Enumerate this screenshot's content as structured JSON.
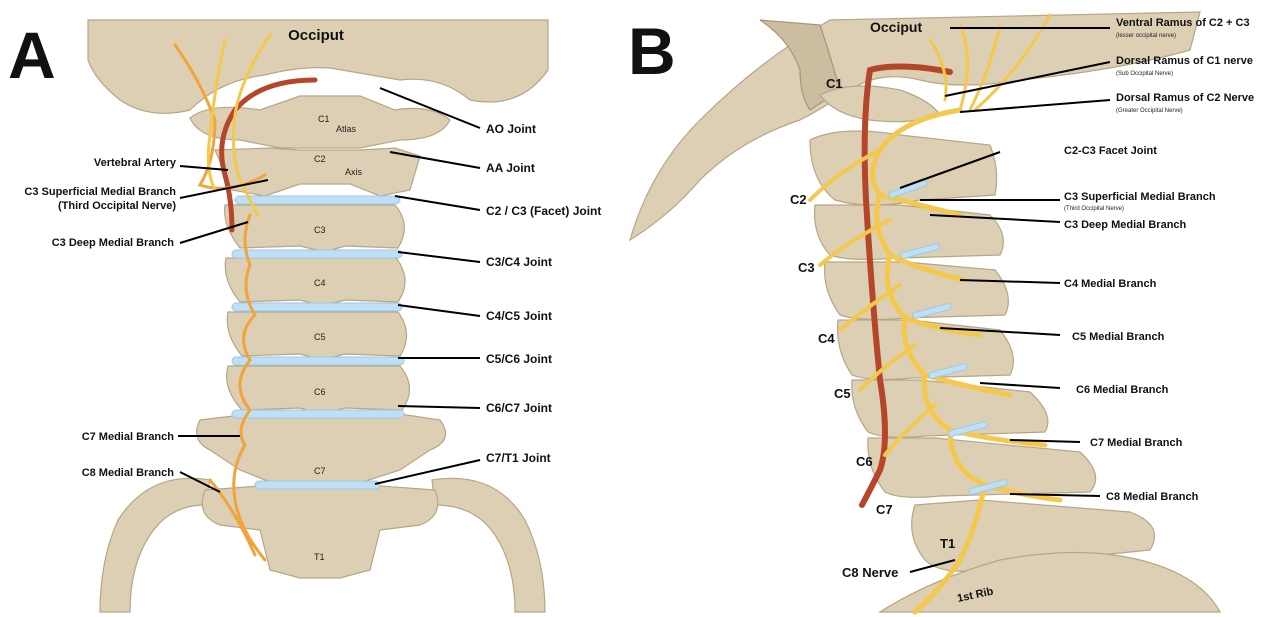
{
  "panel_a": {
    "letter": "A",
    "labels": {
      "occiput": "Occiput",
      "c1": "C1",
      "atlas": "Atlas",
      "c2": "C2",
      "axis": "Axis",
      "c3": "C3",
      "c4": "C4",
      "c5": "C5",
      "c6": "C6",
      "c7": "C7",
      "t1": "T1",
      "ao_joint": "AO Joint",
      "aa_joint": "AA Joint",
      "c2c3_facet": "C2 / C3 (Facet) Joint",
      "c3c4": "C3/C4 Joint",
      "c4c5": "C4/C5 Joint",
      "c5c6": "C5/C6 Joint",
      "c6c7": "C6/C7 Joint",
      "c7t1": "C7/T1 Joint",
      "vertebral_artery": "Vertebral Artery",
      "c3_sup_line1": "C3 Superficial Medial Branch",
      "c3_sup_line2": "(Third Occipital Nerve)",
      "c3_deep": "C3 Deep Medial Branch",
      "c7_medial": "C7 Medial Branch",
      "c8_medial": "C8 Medial Branch"
    }
  },
  "panel_b": {
    "letter": "B",
    "labels": {
      "occiput": "Occiput",
      "c1": "C1",
      "c2": "C2",
      "c3": "C3",
      "c4": "C4",
      "c5": "C5",
      "c6": "C6",
      "c7": "C7",
      "t1": "T1",
      "first_rib": "1st Rib",
      "c8_nerve": "C8 Nerve",
      "ventral_ramus": "Ventral Ramus of C2 + C3",
      "ventral_ramus_sub": "(lesser occipital nerve)",
      "dorsal_c1": "Dorsal Ramus of C1 nerve",
      "dorsal_c1_sub": "(Sub Occipital Nerve)",
      "dorsal_c2": "Dorsal Ramus of C2 Nerve",
      "dorsal_c2_sub": "(Greater Occipital Nerve)",
      "c2c3_facet": "C2-C3 Facet Joint",
      "c3_sup": "C3 Superficial Medial Branch",
      "c3_sup_sub": "(Third Occipital Nerve)",
      "c3_deep": "C3 Deep Medial Branch",
      "c4_medial": "C4 Medial Branch",
      "c5_medial": "C5 Medial Branch",
      "c6_medial": "C6 Medial Branch",
      "c7_medial": "C7 Medial Branch",
      "c8_medial": "C8 Medial Branch"
    }
  },
  "colors": {
    "bone": "#dccfb4",
    "disc": "#bfe0f4",
    "nerve": "#f4c84a",
    "artery": "#b5462a"
  }
}
